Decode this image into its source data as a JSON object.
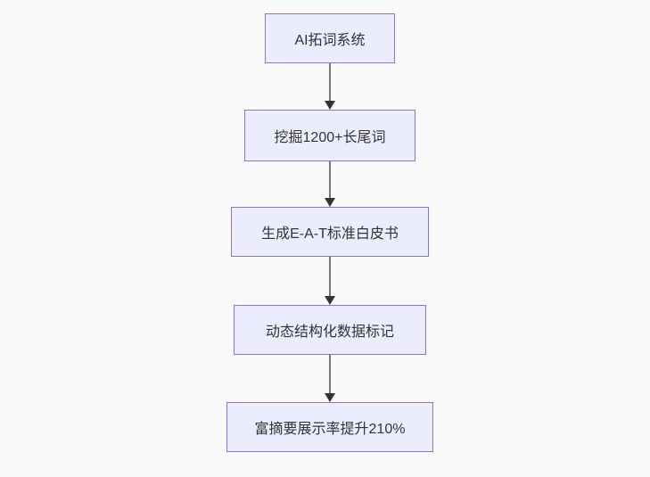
{
  "diagram": {
    "type": "flowchart",
    "direction": "top-down",
    "nodes": [
      {
        "id": "n1",
        "label": "AI拓词系统"
      },
      {
        "id": "n2",
        "label": "挖掘1200+长尾词"
      },
      {
        "id": "n3",
        "label": "生成E-A-T标准白皮书"
      },
      {
        "id": "n4",
        "label": "动态结构化数据标记"
      },
      {
        "id": "n5",
        "label": "富摘要展示率提升210%"
      }
    ],
    "edges": [
      {
        "from": "n1",
        "to": "n2",
        "arrow": "down"
      },
      {
        "from": "n2",
        "to": "n3",
        "arrow": "down"
      },
      {
        "from": "n3",
        "to": "n4",
        "arrow": "down"
      },
      {
        "from": "n4",
        "to": "n5",
        "arrow": "down"
      }
    ],
    "colors": {
      "background": "#fafafa",
      "node_fill": "#ececff",
      "node_border": "#9370db",
      "text": "#333333",
      "edge_line": "#777777",
      "arrowhead": "#333333"
    }
  }
}
